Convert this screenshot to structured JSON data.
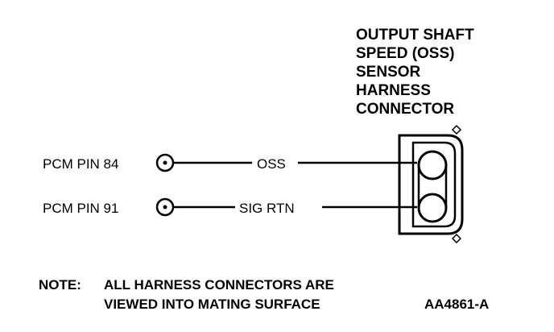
{
  "connector_title": {
    "lines": [
      "OUTPUT SHAFT",
      "SPEED (OSS)",
      "SENSOR",
      "HARNESS",
      "CONNECTOR"
    ]
  },
  "circuits": [
    {
      "pin_label": "PCM PIN 84",
      "wire_label": "OSS"
    },
    {
      "pin_label": "PCM PIN 91",
      "wire_label": "SIG RTN"
    }
  ],
  "note": {
    "prefix": "NOTE:",
    "line1": "ALL HARNESS CONNECTORS ARE",
    "line2": "VIEWED INTO MATING SURFACE"
  },
  "figure_id": "AA4861-A"
}
